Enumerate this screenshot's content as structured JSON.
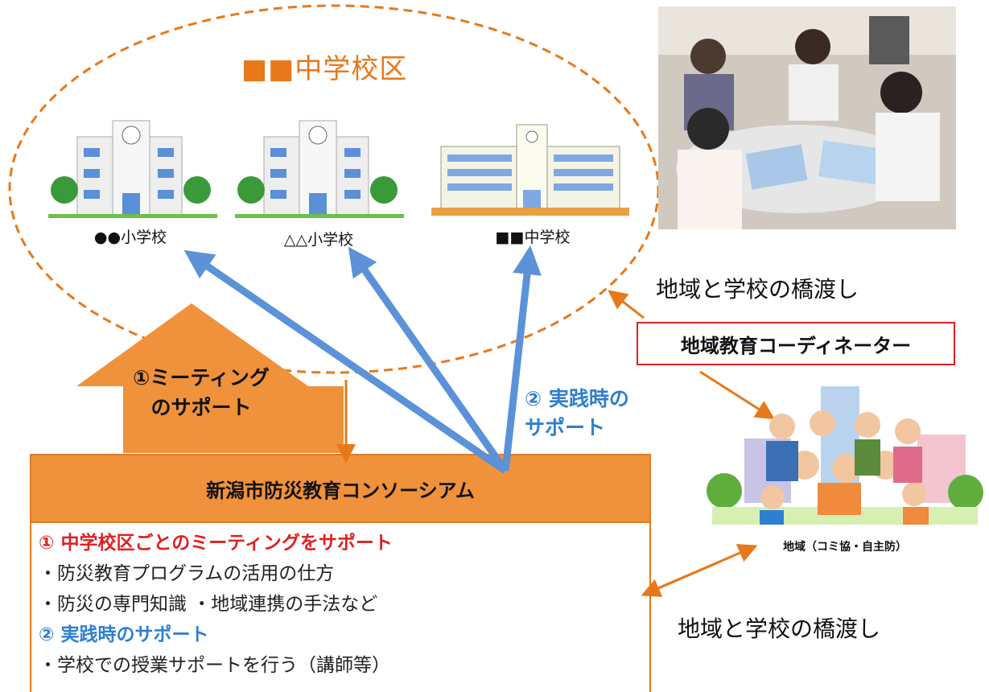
{
  "district": {
    "title": "■■中学校区"
  },
  "schools": [
    {
      "label": "●●小学校"
    },
    {
      "label": "△△小学校"
    },
    {
      "label": "■■中学校"
    }
  ],
  "bridge_texts": [
    "地域と学校の橋渡し",
    "地域と学校の橋渡し"
  ],
  "coordinator": {
    "label": "地域教育コーディネーター"
  },
  "meeting_support": {
    "line1": "①ミーティング",
    "line2": "のサポート"
  },
  "practice_support": {
    "line1": "② 実践時の",
    "line2": "サポート"
  },
  "consortium": {
    "title": "新潟市防災教育コンソーシアム",
    "items": [
      "① 中学校区ごとのミーティングをサポート",
      "・防災教育プログラムの活用の仕方",
      "・防災の専門知識 ・地域連携の手法など",
      "② 実践時のサポート",
      "・学校での授業サポートを行う（講師等）"
    ]
  },
  "community": {
    "label": "地域（コミ協・自主防）"
  },
  "colors": {
    "accent_orange": "#f0913c",
    "arrow_orange": "#e8781a",
    "arrow_blue": "#5b92d8",
    "heading_red": "#e02020",
    "heading_blue": "#2f7fd0"
  }
}
